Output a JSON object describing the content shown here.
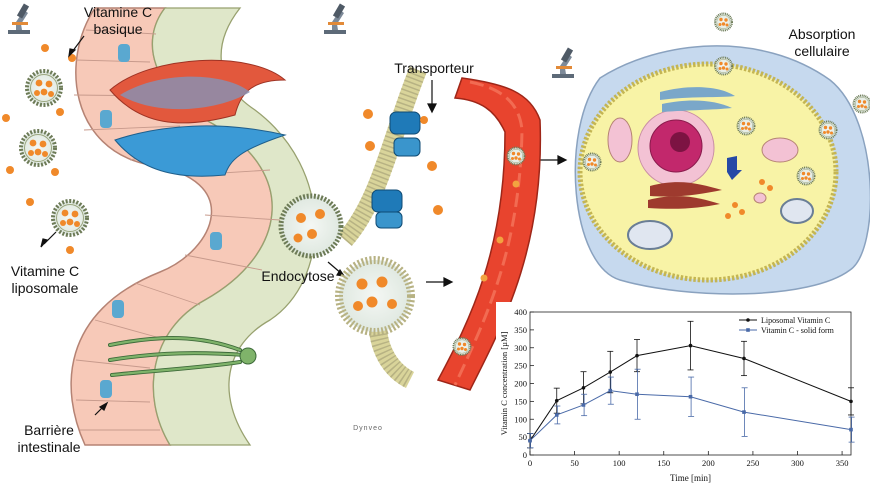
{
  "labels": {
    "vitc_basic": [
      "Vitamine C",
      "basique"
    ],
    "vitc_lipo": [
      "Vitamine C",
      "liposomale"
    ],
    "barrier": [
      "Barrière",
      "intestinale"
    ],
    "transporter": "Transporteur",
    "endocytosis": "Endocytose",
    "absorption": [
      "Absorption",
      "cellulaire"
    ],
    "brand": "Dynveo"
  },
  "colors": {
    "villi_fill": "#f7c9b8",
    "blood": "#e8442e",
    "cell_body": "#f8f3a6",
    "membrane": "#c6d9ee",
    "vitamin": "#f0892a",
    "nucleus": "#c2286c"
  },
  "chart_data": {
    "type": "line",
    "x": [
      0,
      30,
      60,
      90,
      120,
      180,
      240,
      360
    ],
    "xlabel": "Time [min]",
    "ylabel": "Vitamin C concentration [µM]",
    "xlim": [
      0,
      360
    ],
    "ylim": [
      0,
      400
    ],
    "xticks": [
      0,
      50,
      100,
      150,
      200,
      250,
      300,
      350
    ],
    "yticks": [
      0,
      50,
      100,
      150,
      200,
      250,
      300,
      350,
      400
    ],
    "legend_position": "top-right",
    "series": [
      {
        "name": "Liposomal Vitamin C",
        "color": "#111111",
        "values": [
          40,
          152,
          188,
          232,
          278,
          306,
          270,
          150
        ],
        "errors": [
          20,
          35,
          45,
          58,
          45,
          68,
          48,
          38
        ]
      },
      {
        "name": "Vitamin C - solid form",
        "color": "#4a6aa8",
        "values": [
          40,
          112,
          140,
          180,
          170,
          163,
          120,
          71
        ],
        "errors": [
          20,
          25,
          30,
          38,
          70,
          55,
          68,
          35
        ]
      }
    ]
  }
}
